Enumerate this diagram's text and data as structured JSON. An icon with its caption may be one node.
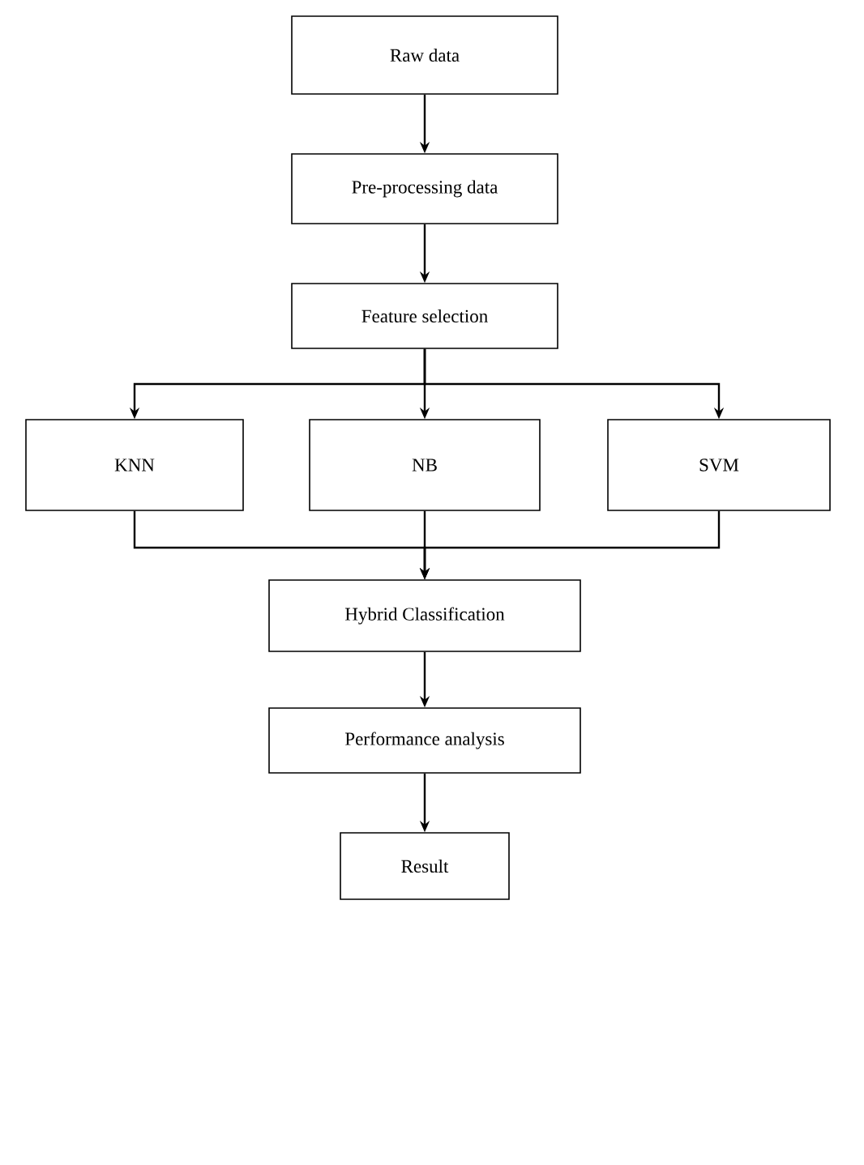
{
  "diagram": {
    "nodes": [
      {
        "text": [
          "Raw data"
        ]
      },
      {
        "text": [
          "Pre-processing data"
        ]
      },
      {
        "text": [
          "Feature selection"
        ]
      },
      {
        "text": [
          "KNN"
        ]
      },
      {
        "text": [
          "NB"
        ]
      },
      {
        "text": [
          "SVM"
        ]
      },
      {
        "text": [
          "Hybrid Classification"
        ]
      },
      {
        "text": [
          "Performance analysis"
        ]
      },
      {
        "text": [
          "Result"
        ]
      }
    ],
    "edges": [
      {
        "from": 0,
        "to": 1,
        "arrow": "to"
      },
      {
        "from": 1,
        "to": 2,
        "arrow": "to"
      },
      {
        "from": 2,
        "to": 3,
        "arrow": "to"
      },
      {
        "from": 2,
        "to": 4,
        "arrow": "to"
      },
      {
        "from": 2,
        "to": 5,
        "arrow": "to"
      },
      {
        "from": 3,
        "to": 6,
        "arrow": "to"
      },
      {
        "from": 4,
        "to": 6,
        "arrow": "to"
      },
      {
        "from": 5,
        "to": 6,
        "arrow": "to"
      },
      {
        "from": 6,
        "to": 7,
        "arrow": "to"
      },
      {
        "from": 7,
        "to": 8,
        "arrow": "to"
      }
    ]
  }
}
